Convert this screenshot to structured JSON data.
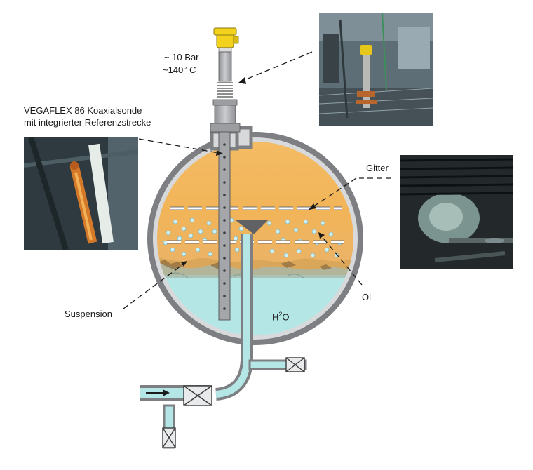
{
  "labels": {
    "pressure": "~ 10 Bar",
    "temperature": "~140° C",
    "probe_line1": "VEGAFLEX 86 Koaxialsonde",
    "probe_line2": "mit integrierter Referenzstrecke",
    "grid": "Gitter",
    "oil": "Öl",
    "suspension": "Suspension",
    "water_main": "H",
    "water_sup": "2",
    "water_end": "O"
  },
  "colors": {
    "vessel_wall": "#7d7f82",
    "oil_phase": "#f2b458",
    "water_phase": "#b5e6e6",
    "sensor_housing": "#f2d21c",
    "arrow": "#1a1a1a"
  },
  "icons": [
    "flow-arrow-icon",
    "valve-icon",
    "droplet-icon"
  ]
}
